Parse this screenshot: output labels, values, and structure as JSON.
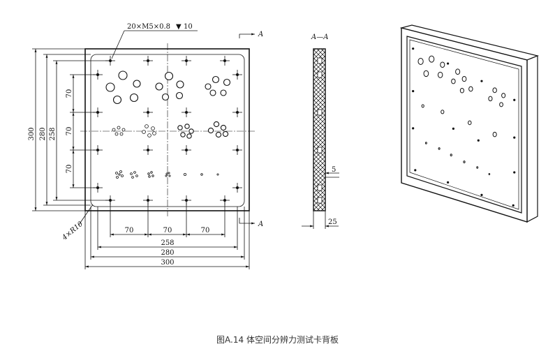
{
  "labels": {
    "thread_note": "20×M5×0.8",
    "thread_depth": "10",
    "section_marker": "A",
    "section_title": "A—A",
    "corner_radius": "4×R10",
    "dim_300": "300",
    "dim_280": "280",
    "dim_258": "258",
    "dim_70": "70",
    "dim_5": "5",
    "dim_25": "25"
  },
  "caption": "图A.14 体空间分辨力测试卡背板"
}
